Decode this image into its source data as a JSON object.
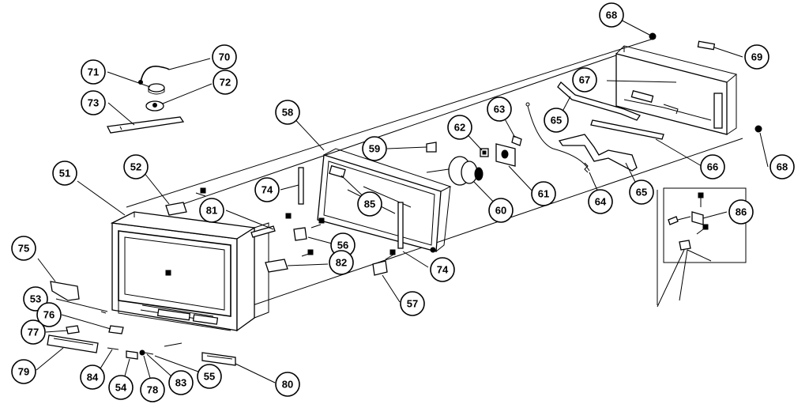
{
  "callouts": {
    "c51": "51",
    "c52": "52",
    "c53": "53",
    "c54": "54",
    "c55": "55",
    "c56": "56",
    "c57": "57",
    "c58": "58",
    "c59": "59",
    "c60": "60",
    "c61": "61",
    "c62": "62",
    "c63": "63",
    "c64": "64",
    "c65a": "65",
    "c65b": "65",
    "c66": "66",
    "c67": "67",
    "c68a": "68",
    "c68b": "68",
    "c69": "69",
    "c70": "70",
    "c71": "71",
    "c72": "72",
    "c73": "73",
    "c74a": "74",
    "c74b": "74",
    "c75": "75",
    "c76": "76",
    "c77": "77",
    "c78": "78",
    "c79": "79",
    "c80": "80",
    "c81": "81",
    "c82": "82",
    "c83": "83",
    "c84": "84",
    "c85": "85",
    "c86": "86"
  }
}
